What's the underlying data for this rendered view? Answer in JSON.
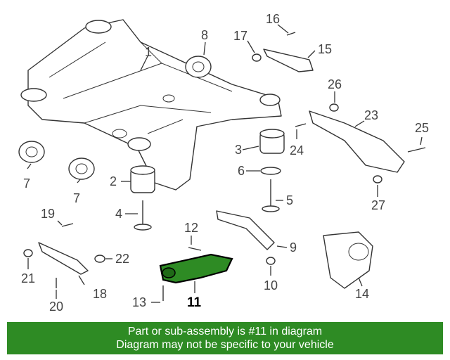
{
  "diagram": {
    "highlighted_part": "11",
    "highlight_color": "#2e8b24",
    "callouts": [
      "1",
      "2",
      "3",
      "4",
      "5",
      "6",
      "7",
      "7",
      "8",
      "9",
      "10",
      "11",
      "12",
      "13",
      "14",
      "15",
      "16",
      "17",
      "18",
      "19",
      "20",
      "21",
      "22",
      "23",
      "24",
      "25",
      "26",
      "27"
    ]
  },
  "banner": {
    "line1": "Part or sub-assembly is #11 in diagram",
    "line2": "Diagram may not be specific to your vehicle",
    "background": "#2e8b24"
  }
}
